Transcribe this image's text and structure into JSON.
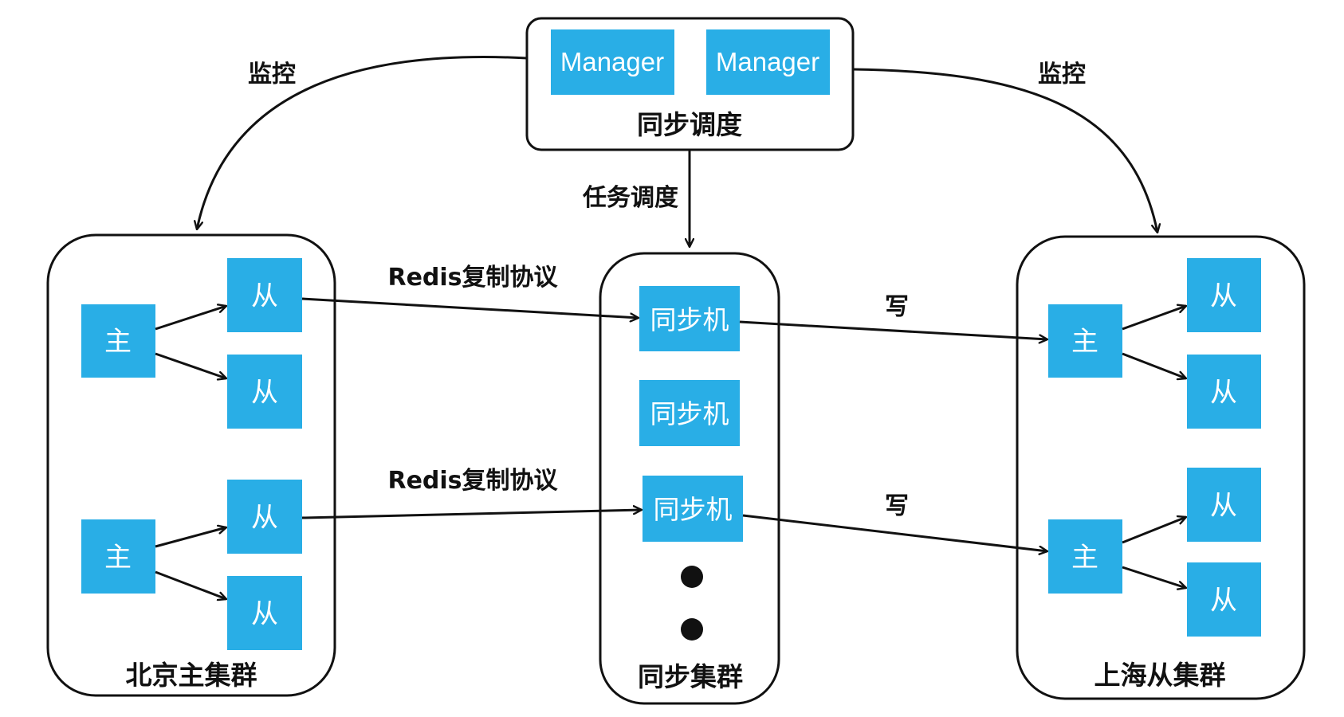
{
  "colors": {
    "node": "#29aee6",
    "stroke": "#111111",
    "background": "#ffffff"
  },
  "scheduler": {
    "title": "同步调度",
    "managers": [
      "Manager",
      "Manager"
    ]
  },
  "edges": {
    "monitor_left": "监控",
    "monitor_right": "监控",
    "task_schedule": "任务调度",
    "redis_repl_top": "Redis复制协议",
    "redis_repl_bottom": "Redis复制协议",
    "write_top": "写",
    "write_bottom": "写"
  },
  "beijing": {
    "title": "北京主集群",
    "master_label": "主",
    "slave_label": "从"
  },
  "sync_cluster": {
    "title": "同步集群",
    "node_label": "同步机"
  },
  "shanghai": {
    "title": "上海从集群",
    "master_label": "主",
    "slave_label": "从"
  }
}
